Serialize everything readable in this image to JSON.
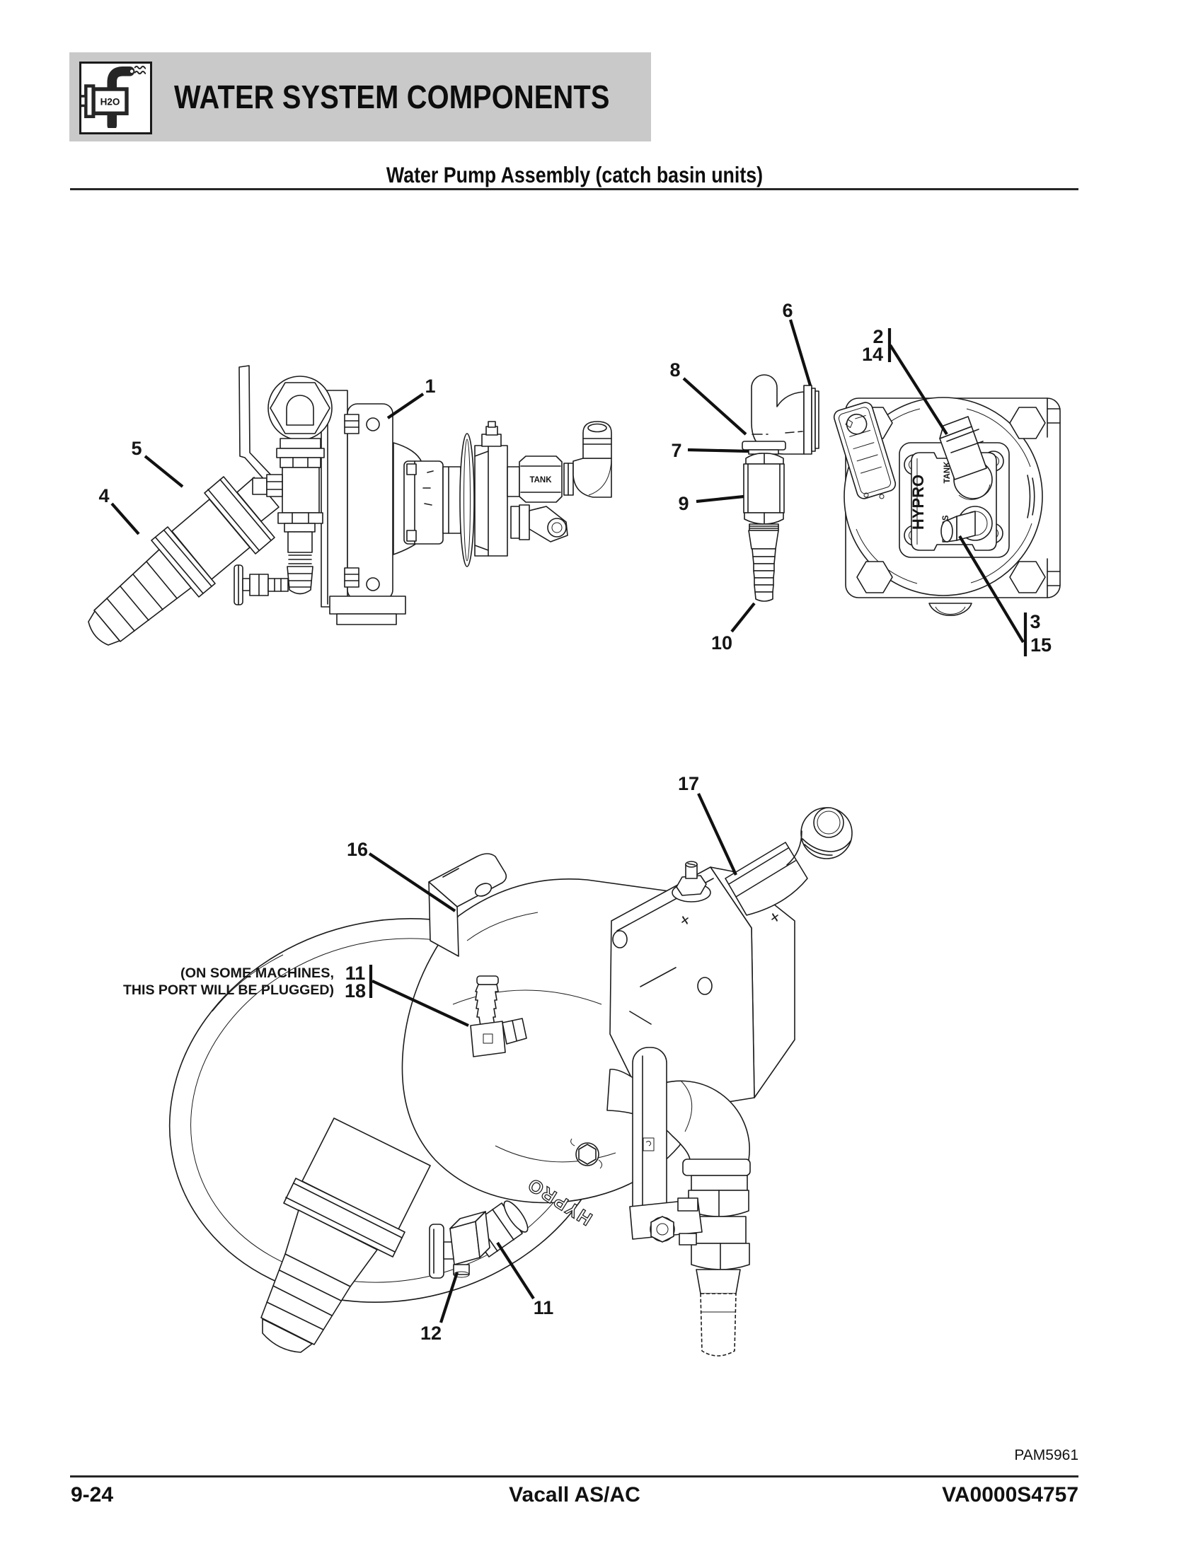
{
  "header": {
    "title": "WATER SYSTEM COMPONENTS",
    "icon_label": "H2O"
  },
  "subtitle": "Water Pump Assembly (catch basin units)",
  "figure_code": "PAM5961",
  "footer": {
    "page_number": "9-24",
    "model": "Vacall AS/AC",
    "document_number": "VA0000S4757"
  },
  "colors": {
    "banner_gray": "#c9c9c9",
    "ink": "#1c1c1c"
  },
  "figures": {
    "pump_side_view": {
      "part_labels": {
        "tank": "TANK"
      },
      "callouts": [
        {
          "label": "1"
        },
        {
          "label": "5"
        },
        {
          "label": "4"
        }
      ]
    },
    "pump_front_view": {
      "part_labels": {
        "brand": "HYPRO",
        "tank_port": "TANK",
        "press_port": "PRESS"
      },
      "callouts": [
        {
          "label": "6"
        },
        {
          "label": "8"
        },
        {
          "label": "7"
        },
        {
          "label": "9"
        },
        {
          "label": "10"
        },
        {
          "label": "2"
        },
        {
          "label": "14"
        },
        {
          "label": "3"
        },
        {
          "label": "15"
        }
      ]
    },
    "pump_perspective_view": {
      "part_labels": {
        "brand": "HYPRO"
      },
      "note_line1": "(ON SOME MACHINES,",
      "note_line2": "THIS PORT WILL BE PLUGGED)",
      "callouts": [
        {
          "label": "17"
        },
        {
          "label": "16"
        },
        {
          "label": "11"
        },
        {
          "label": "18"
        },
        {
          "label": "11"
        },
        {
          "label": "12"
        }
      ]
    }
  }
}
